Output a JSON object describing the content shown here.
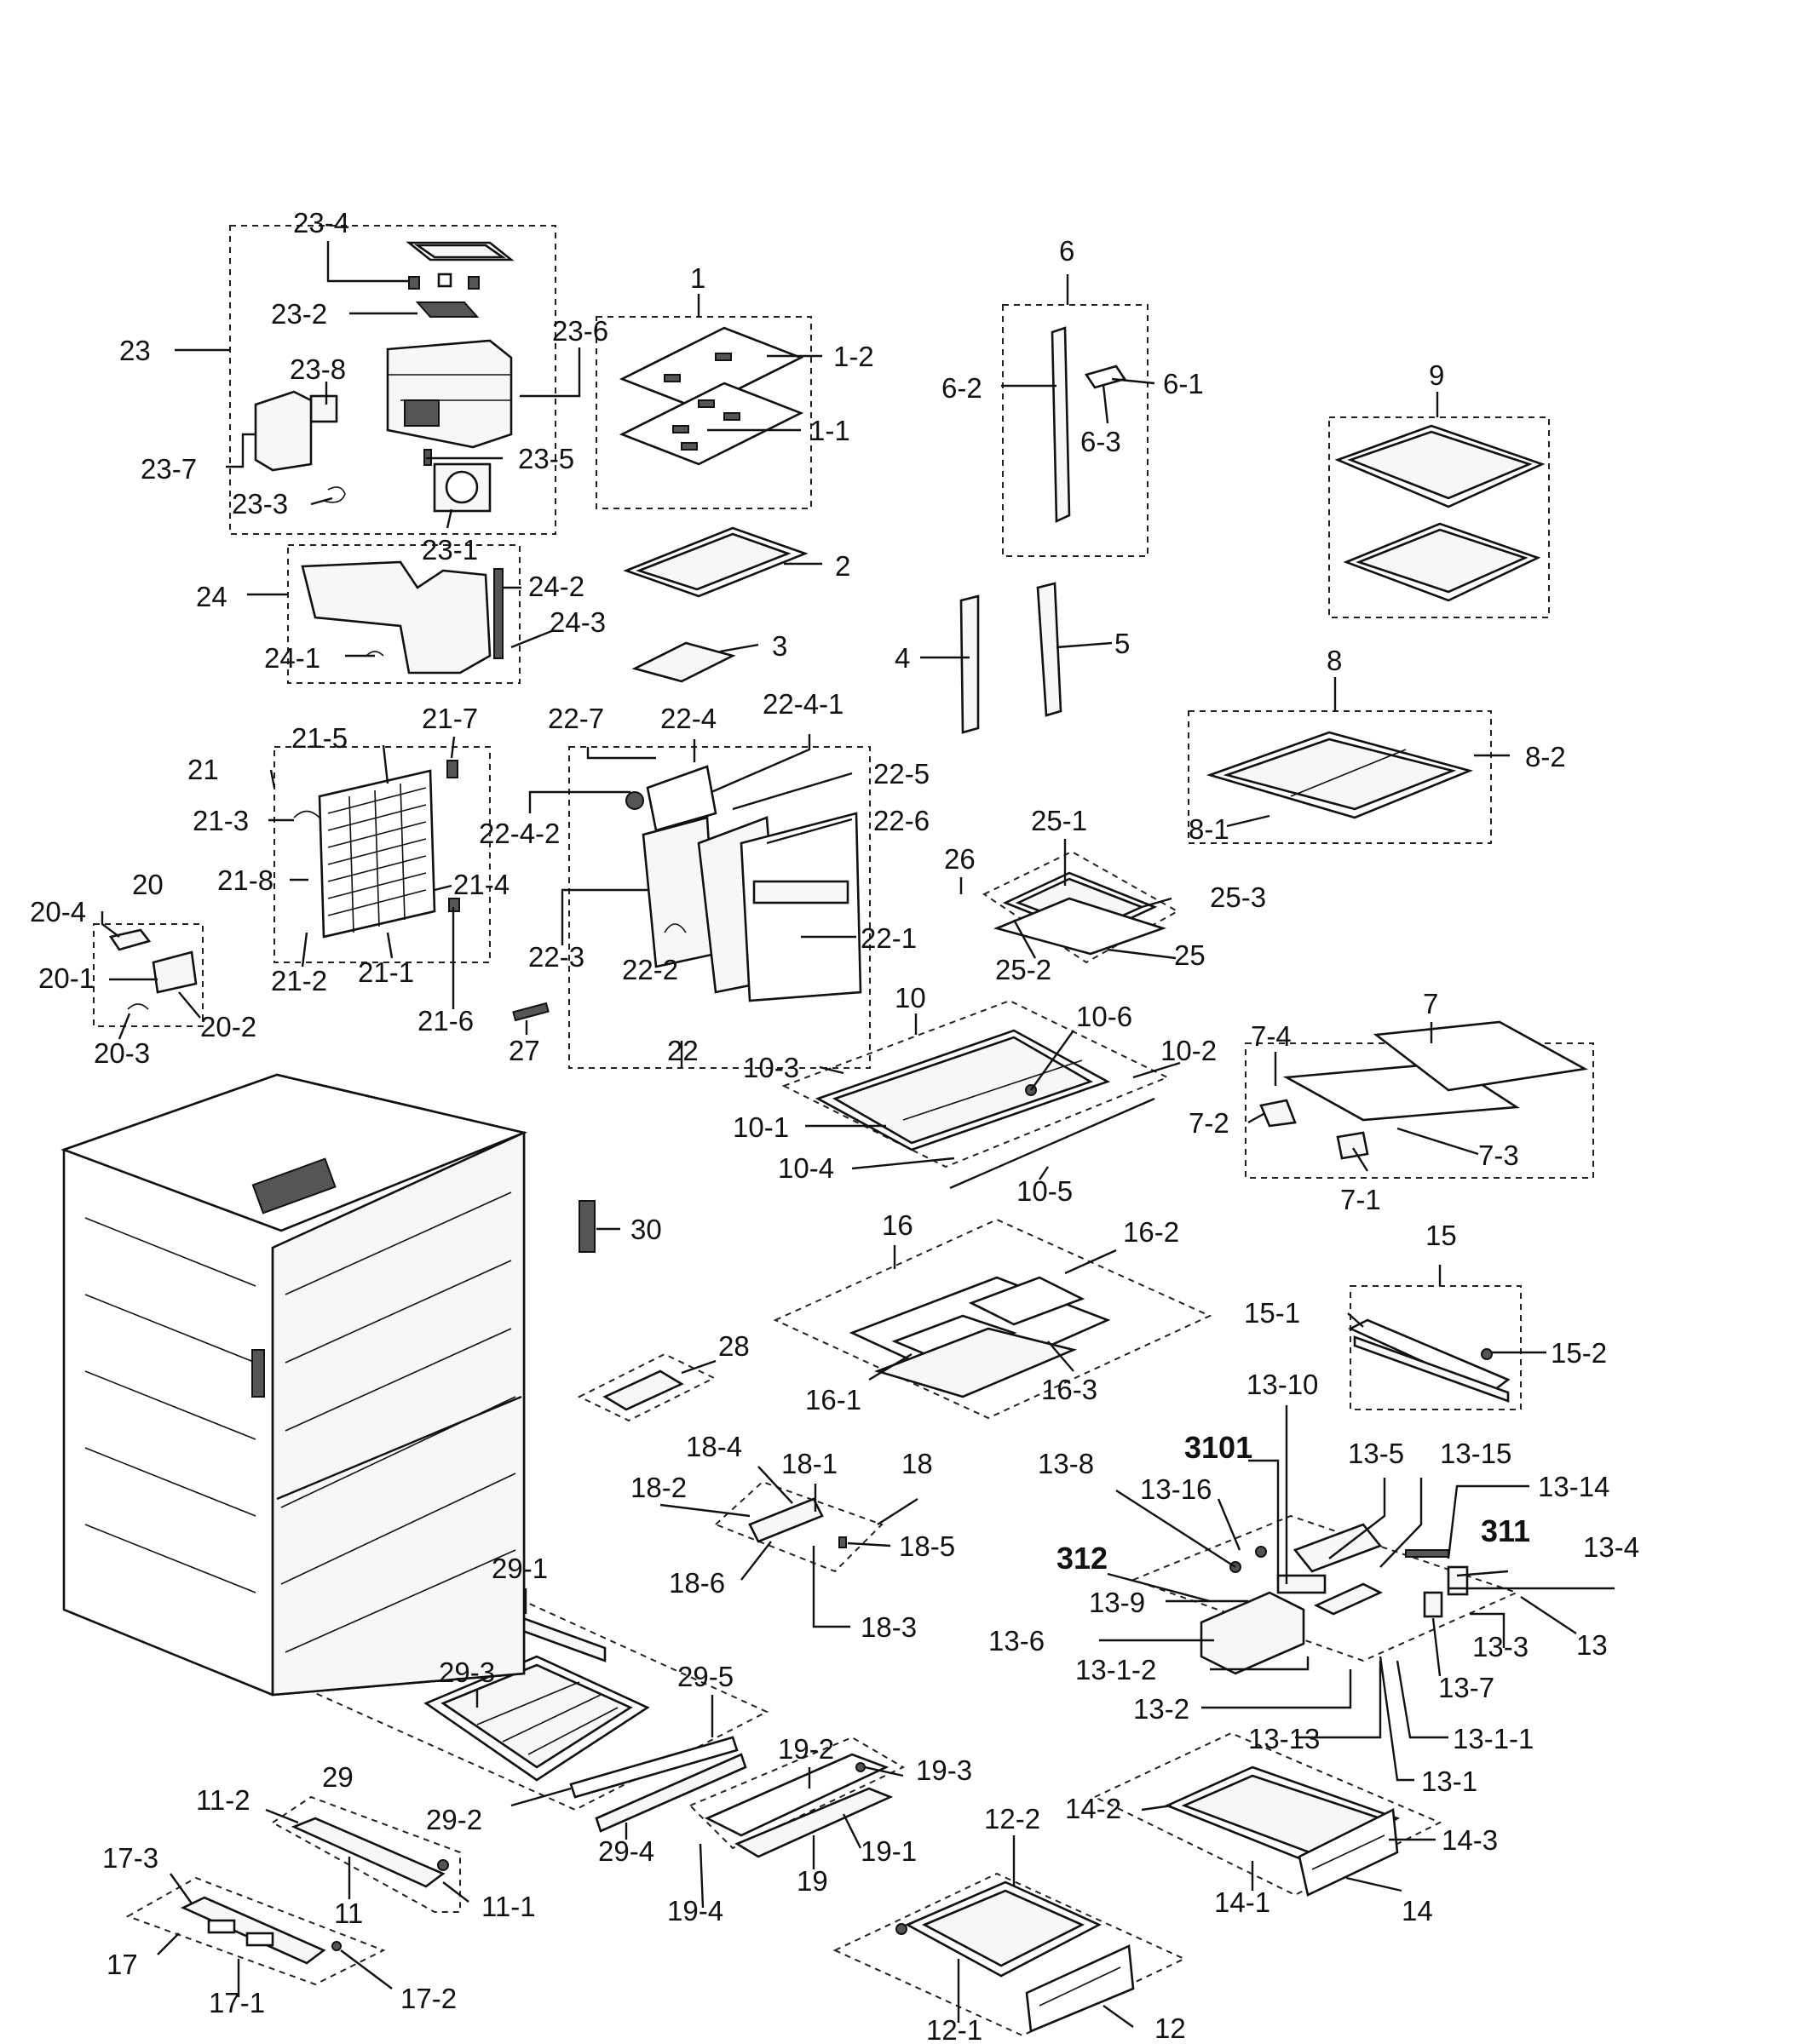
{
  "labels": {
    "l1": "1",
    "l1_1": "1-1",
    "l1_2": "1-2",
    "l2": "2",
    "l3": "3",
    "l4": "4",
    "l5": "5",
    "l6": "6",
    "l6_1": "6-1",
    "l6_2": "6-2",
    "l6_3": "6-3",
    "l7": "7",
    "l7_1": "7-1",
    "l7_2": "7-2",
    "l7_3": "7-3",
    "l7_4": "7-4",
    "l8": "8",
    "l8_1": "8-1",
    "l8_2": "8-2",
    "l9": "9",
    "l10": "10",
    "l10_1": "10-1",
    "l10_2": "10-2",
    "l10_3": "10-3",
    "l10_4": "10-4",
    "l10_5": "10-5",
    "l10_6": "10-6",
    "l11": "11",
    "l11_1": "11-1",
    "l11_2": "11-2",
    "l12": "12",
    "l12_1": "12-1",
    "l12_2": "12-2",
    "l13": "13",
    "l13_1": "13-1",
    "l13_1_1": "13-1-1",
    "l13_1_2": "13-1-2",
    "l13_2": "13-2",
    "l13_3": "13-3",
    "l13_4": "13-4",
    "l13_5": "13-5",
    "l13_6": "13-6",
    "l13_7": "13-7",
    "l13_8": "13-8",
    "l13_9": "13-9",
    "l13_10": "13-10",
    "l13_13": "13-13",
    "l13_14": "13-14",
    "l13_15": "13-15",
    "l13_16": "13-16",
    "l14": "14",
    "l14_1": "14-1",
    "l14_2": "14-2",
    "l14_3": "14-3",
    "l15": "15",
    "l15_1": "15-1",
    "l15_2": "15-2",
    "l16": "16",
    "l16_1": "16-1",
    "l16_2": "16-2",
    "l16_3": "16-3",
    "l17": "17",
    "l17_1": "17-1",
    "l17_2": "17-2",
    "l17_3": "17-3",
    "l18": "18",
    "l18_1": "18-1",
    "l18_2": "18-2",
    "l18_3": "18-3",
    "l18_4": "18-4",
    "l18_5": "18-5",
    "l18_6": "18-6",
    "l19": "19",
    "l19_1": "19-1",
    "l19_2": "19-2",
    "l19_3": "19-3",
    "l19_4": "19-4",
    "l20": "20",
    "l20_1": "20-1",
    "l20_2": "20-2",
    "l20_3": "20-3",
    "l20_4": "20-4",
    "l21": "21",
    "l21_1": "21-1",
    "l21_2": "21-2",
    "l21_3": "21-3",
    "l21_4": "21-4",
    "l21_5": "21-5",
    "l21_6": "21-6",
    "l21_7": "21-7",
    "l21_8": "21-8",
    "l22": "22",
    "l22_1": "22-1",
    "l22_2": "22-2",
    "l22_3": "22-3",
    "l22_4": "22-4",
    "l22_4_1": "22-4-1",
    "l22_4_2": "22-4-2",
    "l22_5": "22-5",
    "l22_6": "22-6",
    "l22_7": "22-7",
    "l23": "23",
    "l23_1": "23-1",
    "l23_2": "23-2",
    "l23_3": "23-3",
    "l23_4": "23-4",
    "l23_5": "23-5",
    "l23_6": "23-6",
    "l23_7": "23-7",
    "l23_8": "23-8",
    "l24": "24",
    "l24_1": "24-1",
    "l24_2": "24-2",
    "l24_3": "24-3",
    "l25": "25",
    "l25_1": "25-1",
    "l25_2": "25-2",
    "l25_3": "25-3",
    "l26": "26",
    "l27": "27",
    "l28": "28",
    "l29": "29",
    "l29_1": "29-1",
    "l29_2": "29-2",
    "l29_3": "29-3",
    "l29_4": "29-4",
    "l29_5": "29-5",
    "l30": "30",
    "l311": "311",
    "l312": "312",
    "l3101": "3101"
  }
}
